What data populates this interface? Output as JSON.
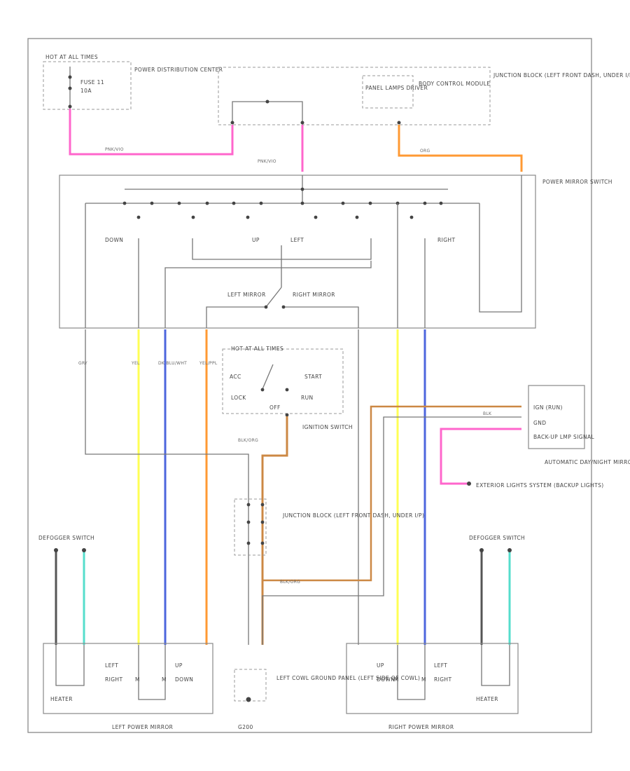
{
  "labels": {
    "hot_at_all_times": "HOT AT ALL TIMES",
    "fuse": "FUSE 11",
    "fuse_amps": "10A",
    "power_distribution_center": "POWER DISTRIBUTION CENTER",
    "panel_lamps_driver": "PANEL LAMPS DRIVER",
    "body_control_module": "BODY CONTROL MODULE",
    "junction_block_top": "JUNCTION BLOCK (LEFT FRONT DASH, UNDER I/P)",
    "power_mirror_switch": "POWER MIRROR SWITCH",
    "down_l": "DOWN",
    "up": "UP",
    "left": "LEFT",
    "right": "RIGHT",
    "left_mirror": "LEFT MIRROR",
    "right_mirror": "RIGHT MIRROR",
    "hot_at_all_times_2": "HOT AT ALL TIMES",
    "acc": "ACC",
    "start": "START",
    "lock": "LOCK",
    "run": "RUN",
    "off": "OFF",
    "ignition_switch": "IGNITION SWITCH",
    "ign_run": "IGN (RUN)",
    "gnd": "GND",
    "backup_lamp_signal": "BACK-UP LMP SIGNAL",
    "auto_day_night_mirror": "AUTOMATIC DAY/NIGHT MIRROR",
    "exterior_lights": "EXTERIOR LIGHTS SYSTEM (BACKUP LIGHTS)",
    "junction_block_mid": "JUNCTION BLOCK (LEFT FRONT DASH, UNDER I/P)",
    "defogger_left": "DEFOGGER SWITCH",
    "defogger_right": "DEFOGGER SWITCH",
    "left_mirror_up": "UP",
    "left_mirror_left": "LEFT",
    "left_mirror_right": "RIGHT",
    "left_mirror_down": "DOWN",
    "left_heater": "HEATER",
    "left_power_mirror": "LEFT POWER MIRROR",
    "right_mirror_up": "UP",
    "right_mirror_down": "DOWN",
    "right_mirror_left": "LEFT",
    "right_mirror_right": "RIGHT",
    "right_heater": "HEATER",
    "right_power_mirror": "RIGHT POWER MIRROR",
    "ground_panel": "LEFT COWL GROUND PANEL (LEFT SIDE OF COWL)",
    "ground_id": "G200",
    "pnk_wire_1": "PNK/VIO",
    "pnk_wire_2": "PNK/VIO",
    "org_wire": "ORG",
    "blk_org": "BLK/ORG",
    "blk_org_2": "BLK/ORG",
    "blk_wire": "BLK",
    "gry_wire": "GRY",
    "yel_wire": "YEL",
    "blu_wire": "DK BLU/WHT",
    "org_wire_2": "YEL/PPL"
  },
  "colors": {
    "pink": "#ff66cc",
    "orange": "#ff9933",
    "yellow": "#ffff55",
    "blue": "#4d66dd",
    "tan": "#cc8844",
    "cyan": "#55ddcc",
    "dark": "#555555"
  }
}
